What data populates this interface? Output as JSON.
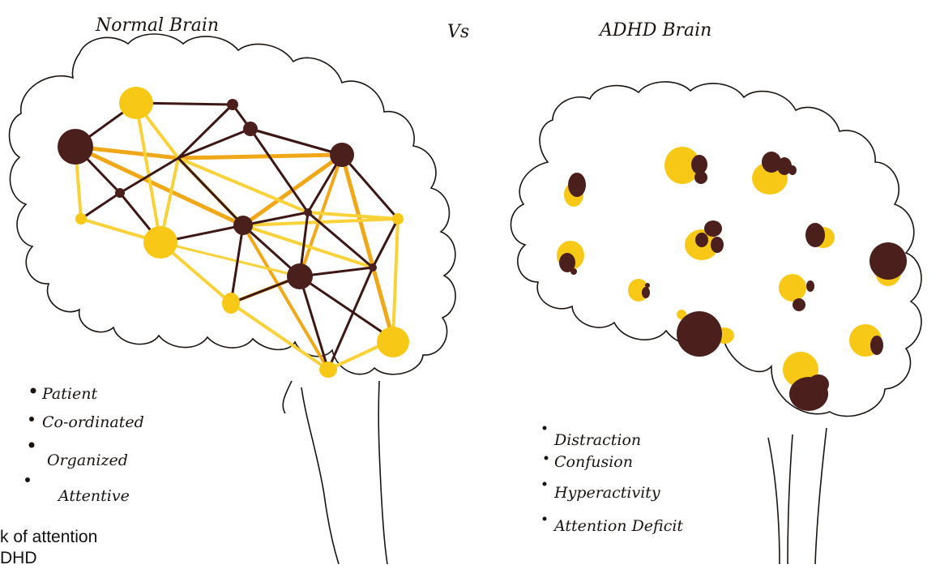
{
  "titles": {
    "left": "Normal Brain",
    "versus": "Vs",
    "right": "ADHD Brain"
  },
  "normal_traits": [
    "Patient",
    "Co-ordinated",
    "Organized",
    "Attentive"
  ],
  "adhd_traits": [
    "Distraction",
    "Confusion",
    "Hyperactivity",
    "Attention Deficit"
  ],
  "stray_text": [
    "k of attention",
    "DHD"
  ],
  "colors": {
    "ink": "#1a1410",
    "node_dark": "#4a1f1c",
    "node_yellow": "#f7c815",
    "line_orange": "#f0a818",
    "line_yellow": "#f9d23a",
    "paper": "#ffffff"
  }
}
